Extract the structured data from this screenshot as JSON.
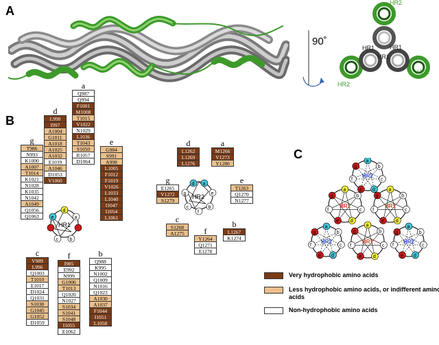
{
  "panels": {
    "a": "A",
    "b": "B",
    "c": "C"
  },
  "panel_a": {
    "rotation": "90˚",
    "labels": {
      "hr1_1": "HR1",
      "hr1_2": "HR1",
      "hr1_3": "HR1",
      "hr2_top": "HR2",
      "hr2_left": "HR2",
      "hr2_right": "HR2"
    },
    "colors": {
      "hr1": "#5a5a5a",
      "hr2": "#3d9a2a",
      "green_light": "#77c85a"
    }
  },
  "colors": {
    "very": "#7a3b16",
    "less": "#eac08e",
    "non": "#ffffff",
    "cyan": "#43c4d8",
    "yellow": "#f2ec3a",
    "red": "#c81a1a",
    "hr_label_red": "#d0452b",
    "hr_label_blue": "#2a4bd0"
  },
  "hr1_columns": [
    {
      "header": "g",
      "cells": [
        [
          "T986",
          "l"
        ],
        [
          "N993",
          "n"
        ],
        [
          "K1000",
          "n"
        ],
        [
          "A1007",
          "l"
        ],
        [
          "T1014",
          "l"
        ],
        [
          "K1021",
          "n"
        ],
        [
          "N1028",
          "n"
        ],
        [
          "K1035",
          "n"
        ],
        [
          "N1042",
          "n"
        ],
        [
          "A1049",
          "l"
        ],
        [
          "Q1056",
          "n"
        ],
        [
          "Q1063",
          "n"
        ]
      ]
    },
    {
      "header": "d",
      "cells": [
        [
          "L990",
          "v"
        ],
        [
          "I997",
          "v"
        ],
        [
          "A1004",
          "l"
        ],
        [
          "G1011",
          "l"
        ],
        [
          "A1018",
          "l"
        ],
        [
          "A1025",
          "l"
        ],
        [
          "A1032",
          "l"
        ],
        [
          "E1039",
          "n"
        ],
        [
          "A1046",
          "l"
        ],
        [
          "D1053",
          "n"
        ],
        [
          "V1060",
          "v"
        ]
      ]
    },
    {
      "header": "a",
      "cells": [
        [
          "Q987",
          "n"
        ],
        [
          "Q994",
          "n"
        ],
        [
          "F1001",
          "v"
        ],
        [
          "M1008",
          "v"
        ],
        [
          "T1015",
          "l"
        ],
        [
          "V1022",
          "v"
        ],
        [
          "N1029",
          "n"
        ],
        [
          "L1036",
          "v"
        ],
        [
          "T1043",
          "l"
        ],
        [
          "S1050",
          "l"
        ],
        [
          "R1057",
          "n"
        ],
        [
          "D1064",
          "n"
        ]
      ]
    },
    {
      "header": "e",
      "cells": [
        [
          "G984",
          "l"
        ],
        [
          "S991",
          "l"
        ],
        [
          "A998",
          "l"
        ],
        [
          "L1005",
          "v"
        ],
        [
          "F1012",
          "v"
        ],
        [
          "F1019",
          "v"
        ],
        [
          "V1026",
          "v"
        ],
        [
          "L1033",
          "v"
        ],
        [
          "L1040",
          "v"
        ],
        [
          "I1047",
          "v"
        ],
        [
          "I1054",
          "v"
        ],
        [
          "L1061",
          "v"
        ]
      ]
    },
    {
      "header": "c",
      "cells": [
        [
          "V989",
          "v"
        ],
        [
          "L996",
          "v"
        ],
        [
          "Q1003",
          "n"
        ],
        [
          "T1010",
          "l"
        ],
        [
          "E1017",
          "n"
        ],
        [
          "D1024",
          "n"
        ],
        [
          "Q1031",
          "n"
        ],
        [
          "S1038",
          "l"
        ],
        [
          "G1045",
          "l"
        ],
        [
          "G1052",
          "l"
        ],
        [
          "D1059",
          "n"
        ]
      ]
    },
    {
      "header": "f",
      "cells": [
        [
          "I985",
          "v"
        ],
        [
          "E992",
          "n"
        ],
        [
          "N999",
          "n"
        ],
        [
          "G1006",
          "l"
        ],
        [
          "T1013",
          "l"
        ],
        [
          "Q1020",
          "n"
        ],
        [
          "N1027",
          "n"
        ],
        [
          "S1034",
          "l"
        ],
        [
          "S1041",
          "l"
        ],
        [
          "S1048",
          "l"
        ],
        [
          "I1055",
          "v"
        ],
        [
          "E1062",
          "n"
        ]
      ]
    },
    {
      "header": "b",
      "cells": [
        [
          "Q988",
          "n"
        ],
        [
          "K995",
          "n"
        ],
        [
          "N1002",
          "n"
        ],
        [
          "Q1009",
          "n"
        ],
        [
          "N1016",
          "n"
        ],
        [
          "Q1023",
          "n"
        ],
        [
          "A1030",
          "l"
        ],
        [
          "A1037",
          "l"
        ],
        [
          "F1044",
          "v"
        ],
        [
          "I1051",
          "v"
        ],
        [
          "L1058",
          "v"
        ]
      ]
    }
  ],
  "hr2_columns": [
    {
      "header": "d",
      "cells": [
        [
          "L1262",
          "v"
        ],
        [
          "L1269",
          "v"
        ],
        [
          "L1276",
          "v"
        ]
      ]
    },
    {
      "header": "a",
      "cells": [
        [
          "M1266",
          "v"
        ],
        [
          "V1273",
          "v"
        ],
        [
          "Y1280",
          "l"
        ]
      ]
    },
    {
      "header": "g",
      "cells": [
        [
          "E1265",
          "n"
        ],
        [
          "V1272",
          "v"
        ],
        [
          "S1279",
          "l"
        ]
      ]
    },
    {
      "header": "e",
      "cells": [
        [
          "T1263",
          "l"
        ],
        [
          "Q1270",
          "n"
        ],
        [
          "N1277",
          "n"
        ]
      ]
    },
    {
      "header": "c",
      "cells": [
        [
          "S1268",
          "l"
        ],
        [
          "A1275",
          "l"
        ]
      ]
    },
    {
      "header": "f",
      "cells": [
        [
          "Y1264",
          "l"
        ],
        [
          "Q1271",
          "n"
        ],
        [
          "E1278",
          "n"
        ]
      ]
    },
    {
      "header": "b",
      "cells": [
        [
          "L1267",
          "v"
        ],
        [
          "K1274",
          "n"
        ]
      ]
    }
  ],
  "wheel_hr1": {
    "center": "HR1",
    "letters": [
      "a",
      "b",
      "c",
      "d",
      "e",
      "f",
      "g"
    ]
  },
  "wheel_hr2": {
    "center": "HR2",
    "letters": [
      "a",
      "b",
      "c",
      "d",
      "e",
      "f",
      "g"
    ]
  },
  "legend": [
    {
      "label": "Very hydrophobic amino acids",
      "cls": "v"
    },
    {
      "label": "Less hydrophobic amino acids, or indifferent amino acids",
      "cls": "l"
    },
    {
      "label": "Non-hydrophobic amino acids",
      "cls": "n"
    }
  ],
  "panel_c": {
    "hr1": "HR1",
    "hr2": "HR2",
    "letters": [
      "a",
      "b",
      "c",
      "d",
      "e",
      "f",
      "g"
    ]
  }
}
